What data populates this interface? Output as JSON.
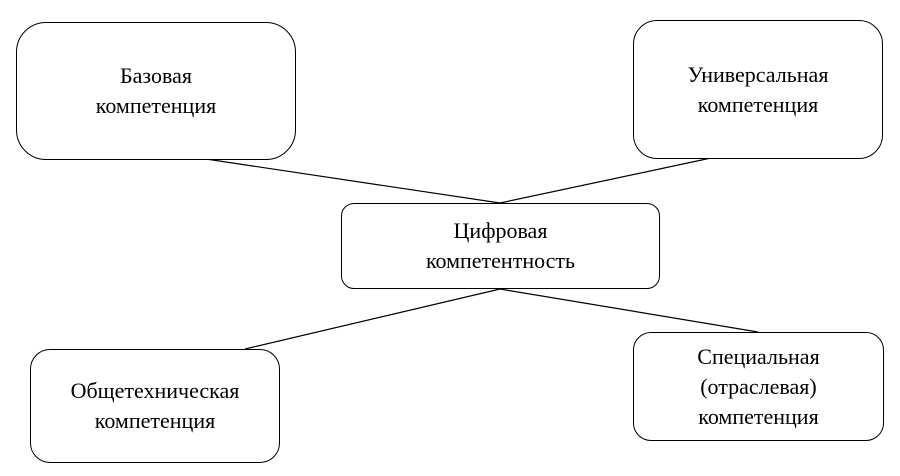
{
  "diagram": {
    "nodes": [
      {
        "id": "base",
        "text": "Базовая\nкомпетенция"
      },
      {
        "id": "universal",
        "text": "Универсальная\nкомпетенция"
      },
      {
        "id": "digital",
        "text": "Цифровая\nкомпетентность"
      },
      {
        "id": "general",
        "text": "Общетехническая\nкомпетенция"
      },
      {
        "id": "special",
        "text": "Специальная\n(отраслевая)\nкомпетенция"
      }
    ],
    "edges": [
      {
        "from": "base",
        "to": "digital"
      },
      {
        "from": "universal",
        "to": "digital"
      },
      {
        "from": "digital",
        "to": "general"
      },
      {
        "from": "digital",
        "to": "special"
      }
    ]
  }
}
